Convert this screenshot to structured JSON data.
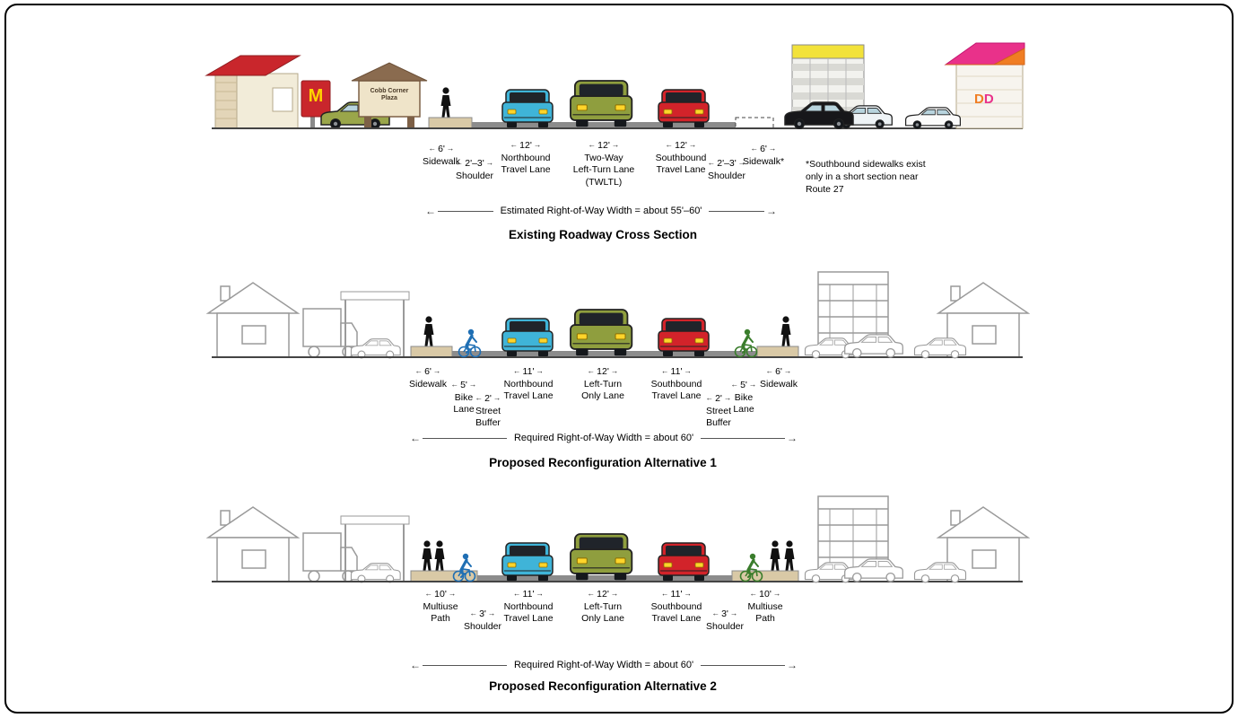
{
  "icons": {
    "arrow_left": "←",
    "arrow_right": "→"
  },
  "scene": {
    "cobb_sign_text": "Cobb Corner\nPlaza",
    "mcdonalds_logo": "M",
    "dunkin_logo_d1": "D",
    "dunkin_logo_d2": "D"
  },
  "sections": [
    {
      "title": "Existing Roadway Cross Section",
      "row_width_label": "Estimated Right-of-Way Width = about 55'–60'",
      "footnote": "*Southbound sidewalks exist\nonly in a short section near\nRoute 27",
      "lanes": [
        {
          "dim": "6'",
          "label": "Sidewalk"
        },
        {
          "dim": "2'–3'",
          "label": "Shoulder"
        },
        {
          "dim": "12'",
          "label": "Northbound\nTravel Lane"
        },
        {
          "dim": "12'",
          "label": "Two-Way\nLeft-Turn Lane\n(TWLTL)"
        },
        {
          "dim": "12'",
          "label": "Southbound\nTravel Lane"
        },
        {
          "dim": "2'–3'",
          "label": "Shoulder"
        },
        {
          "dim": "6'",
          "label": "Sidewalk*"
        }
      ]
    },
    {
      "title": "Proposed Reconfiguration Alternative 1",
      "row_width_label": "Required Right-of-Way Width = about 60'",
      "lanes": [
        {
          "dim": "6'",
          "label": "Sidewalk"
        },
        {
          "dim": "5'",
          "label": "Bike\nLane"
        },
        {
          "dim": "2'",
          "label": "Street\nBuffer"
        },
        {
          "dim": "11'",
          "label": "Northbound\nTravel Lane"
        },
        {
          "dim": "12'",
          "label": "Left-Turn\nOnly Lane"
        },
        {
          "dim": "11'",
          "label": "Southbound\nTravel Lane"
        },
        {
          "dim": "2'",
          "label": "Street\nBuffer"
        },
        {
          "dim": "5'",
          "label": "Bike\nLane"
        },
        {
          "dim": "6'",
          "label": "Sidewalk"
        }
      ]
    },
    {
      "title": "Proposed Reconfiguration Alternative 2",
      "row_width_label": "Required Right-of-Way Width = about 60'",
      "lanes": [
        {
          "dim": "10'",
          "label": "Multiuse\nPath"
        },
        {
          "dim": "3'",
          "label": "Shoulder"
        },
        {
          "dim": "11'",
          "label": "Northbound\nTravel Lane"
        },
        {
          "dim": "12'",
          "label": "Left-Turn\nOnly Lane"
        },
        {
          "dim": "11'",
          "label": "Southbound\nTravel Lane"
        },
        {
          "dim": "3'",
          "label": "Shoulder"
        },
        {
          "dim": "10'",
          "label": "Multiuse\nPath"
        }
      ]
    }
  ]
}
